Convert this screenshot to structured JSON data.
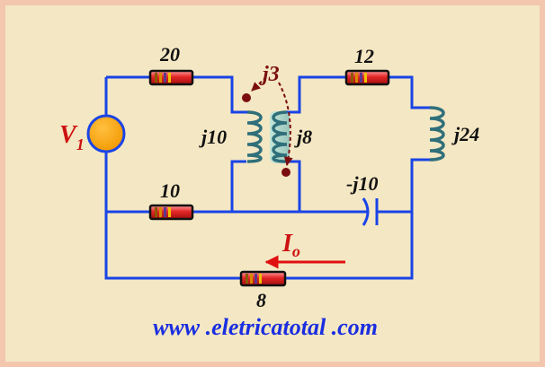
{
  "source": {
    "label": "V",
    "subscript": "1"
  },
  "resistors": {
    "r20": {
      "value": "20"
    },
    "r12": {
      "value": "12"
    },
    "r10": {
      "value": "10"
    },
    "r8": {
      "value": "8"
    }
  },
  "inductors": {
    "l_j10": {
      "value": "j10"
    },
    "l_j8": {
      "value": "j8"
    },
    "l_j24": {
      "value": "j24"
    }
  },
  "mutual": {
    "value": "j3"
  },
  "capacitor": {
    "value": "-j10"
  },
  "current": {
    "label": "I",
    "subscript": "o"
  },
  "website": "www .eletricatotal .com",
  "colors": {
    "background": "#f4e7c3",
    "frame": "#f3c6ae",
    "wire": "#1a44e6",
    "source_fill": "#ffa500",
    "mutual_arrow": "#7a0e0e",
    "current_label": "#cc1111",
    "website": "#1a2ee0"
  }
}
